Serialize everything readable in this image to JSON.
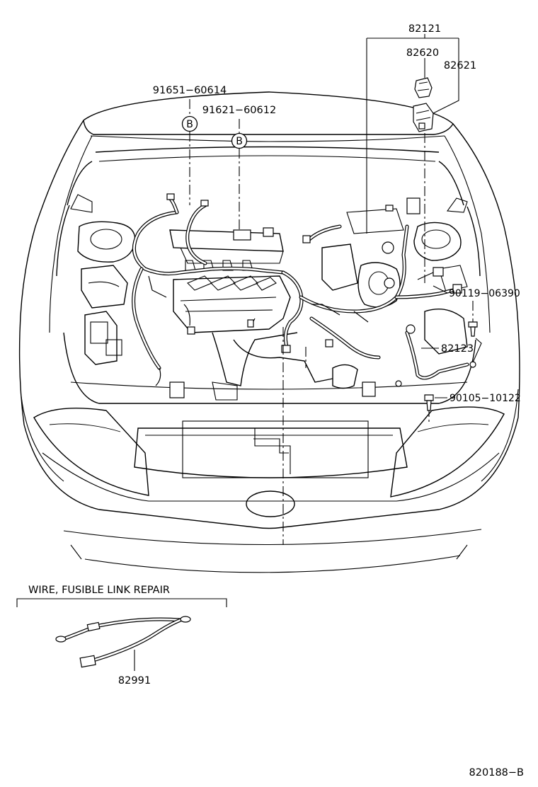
{
  "labels": {
    "p82121": "82121",
    "p82620": "82620",
    "p82621": "82621",
    "p91651": "91651−60614",
    "p91621": "91621−60612",
    "p90119": "90119−06390",
    "p82123": "82123",
    "p90105": "90105−10122",
    "p82991": "82991",
    "circle_b1": "B",
    "circle_b2": "B"
  },
  "inset": {
    "title": "WIRE, FUSIBLE LINK REPAIR"
  },
  "figure_code": "820188−B"
}
